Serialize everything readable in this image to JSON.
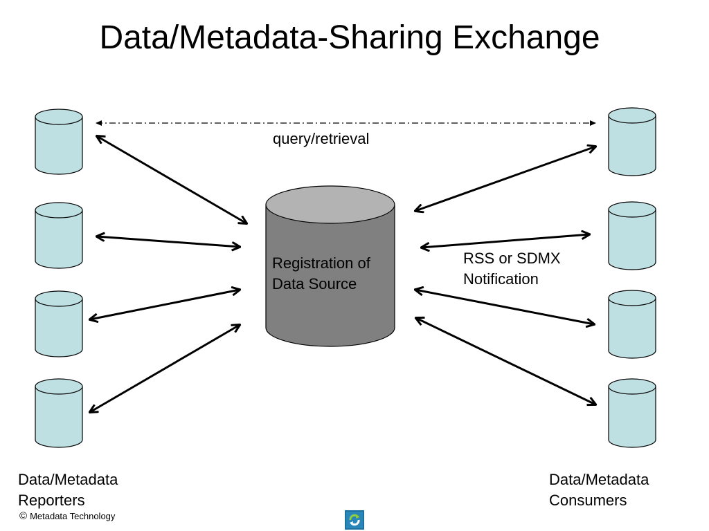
{
  "title": "Data/Metadata-Sharing Exchange",
  "central_db": {
    "line1": "Registration of",
    "line2": "Data Source"
  },
  "labels": {
    "query_retrieval": "query/retrieval",
    "notification_line1": "RSS or SDMX",
    "notification_line2": "Notification",
    "reporters_line1": "Data/Metadata",
    "reporters_line2": "Reporters",
    "consumers_line1": "Data/Metadata",
    "consumers_line2": "Consumers"
  },
  "footer": {
    "copyright_symbol": "©",
    "copyright_text": "Metadata Technology"
  },
  "colors": {
    "small_cylinder_fill": "#bfe0e3",
    "central_cylinder_body": "#808080",
    "central_cylinder_top": "#b3b3b3",
    "arrow": "#000000",
    "logo_bg": "#1d6f9e",
    "logo_fg": "#8fcf3f"
  },
  "icons": {
    "logo": "metadata-technology-logo"
  }
}
